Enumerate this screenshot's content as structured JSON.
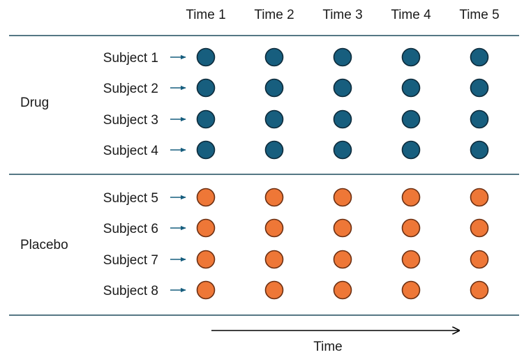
{
  "time_header": [
    "Time 1",
    "Time 2",
    "Time 3",
    "Time 4",
    "Time 5"
  ],
  "groups": [
    {
      "label": "Drug",
      "subjects": [
        "Subject 1",
        "Subject 2",
        "Subject 3",
        "Subject 4"
      ],
      "fill_color": "#175e7e",
      "stroke_color": "#0d2a3a"
    },
    {
      "label": "Placebo",
      "subjects": [
        "Subject 5",
        "Subject 6",
        "Subject 7",
        "Subject 8"
      ],
      "fill_color": "#ee7737",
      "stroke_color": "#6b2f12"
    }
  ],
  "arrow_color": "#175e7e",
  "divider_color": "#1d4a5c",
  "time_axis": {
    "label": "Time",
    "arrow_color": "#000000"
  }
}
